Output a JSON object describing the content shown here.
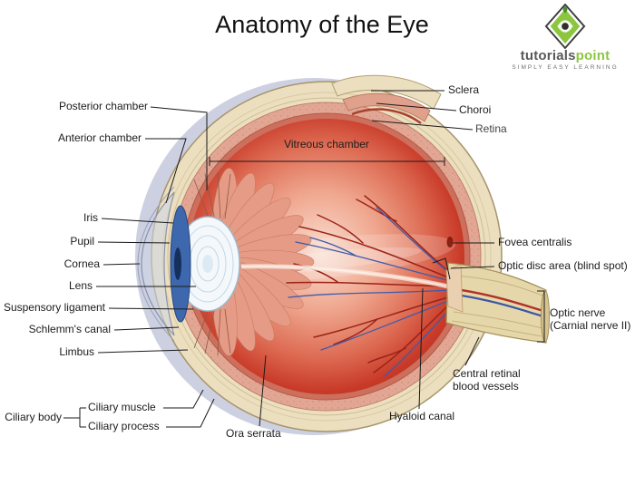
{
  "title": "Anatomy of the Eye",
  "logo": {
    "brand_gray": "tutorials",
    "brand_green": "point",
    "tagline": "SIMPLY EASY LEARNING"
  },
  "colors": {
    "brand_green": "#8cc63f",
    "eye_red": "#c5392b",
    "sclera_cream": "#ecdfc0",
    "choroid_pink": "#e2a794",
    "iris_blue": "#3e68ae",
    "leader_line": "#1a1a1a"
  },
  "labels": {
    "posterior_chamber": "Posterior chamber",
    "anterior_chamber": "Anterior chamber",
    "iris": "Iris",
    "pupil": "Pupil",
    "cornea": "Cornea",
    "lens": "Lens",
    "suspensory_ligament": "Suspensory ligament",
    "schlemms_canal": "Schlemm's canal",
    "limbus": "Limbus",
    "ciliary_body": "Ciliary body",
    "ciliary_muscle": "Ciliary muscle",
    "ciliary_process": "Ciliary process",
    "ora_serrata": "Ora serrata",
    "vitreous_chamber": "Vitreous chamber",
    "sclera": "Sclera",
    "choroid": "Choroi",
    "retina": "Retina",
    "fovea_centralis": "Fovea centralis",
    "optic_disc": "Optic disc area (blind spot)",
    "optic_nerve_1": "Optic nerve",
    "optic_nerve_2": "(Carnial nerve II)",
    "central_retinal_1": "Central retinal",
    "central_retinal_2": "blood vessels",
    "hyaloid_canal": "Hyaloid canal"
  }
}
